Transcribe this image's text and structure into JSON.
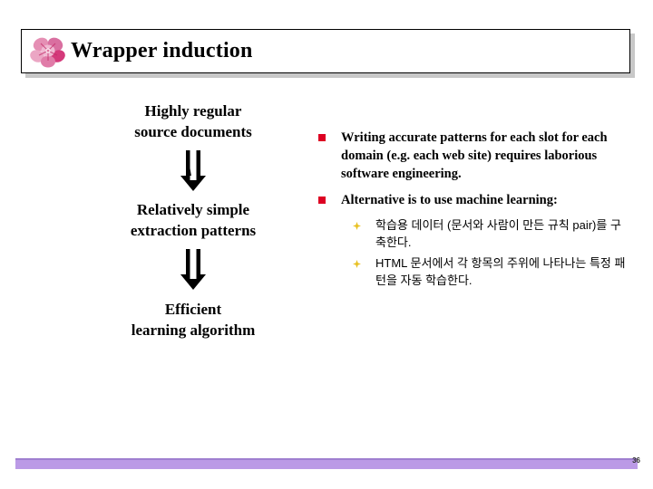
{
  "slide": {
    "title": "Wrapper induction",
    "title_icon": "flower-icon",
    "page_number": "36"
  },
  "flow": {
    "step1": "Highly regular\nsource documents",
    "arrow1": "double-down-arrow",
    "step2": "Relatively simple\nextraction patterns",
    "arrow2": "double-down-arrow",
    "step3": "Efficient\nlearning algorithm"
  },
  "bullets": [
    {
      "marker": "square-bullet",
      "text": "Writing accurate patterns for each slot for each domain (e.g. each web site) requires laborious software engineering."
    },
    {
      "marker": "square-bullet",
      "text": "Alternative is to use machine learning:"
    }
  ],
  "subbullets": [
    {
      "marker": "diamond-bullet",
      "text": "학습용 데이터 (문서와 사람이 만든 규칙 pair)를 구축한다."
    },
    {
      "marker": "diamond-bullet",
      "text": "HTML 문서에서 각 항목의 주위에 나타나는 특정 패턴을 자동 학습한다."
    }
  ],
  "colors": {
    "square_bullet": "#dd0022",
    "diamond_bullet": "#e8c020",
    "footer_bar": "#bb9ae6",
    "footer_bar_top": "#9f7fd0",
    "title_border": "#000000",
    "title_shadow": "#c8c8c8",
    "flower_pink": "#d4397a"
  }
}
